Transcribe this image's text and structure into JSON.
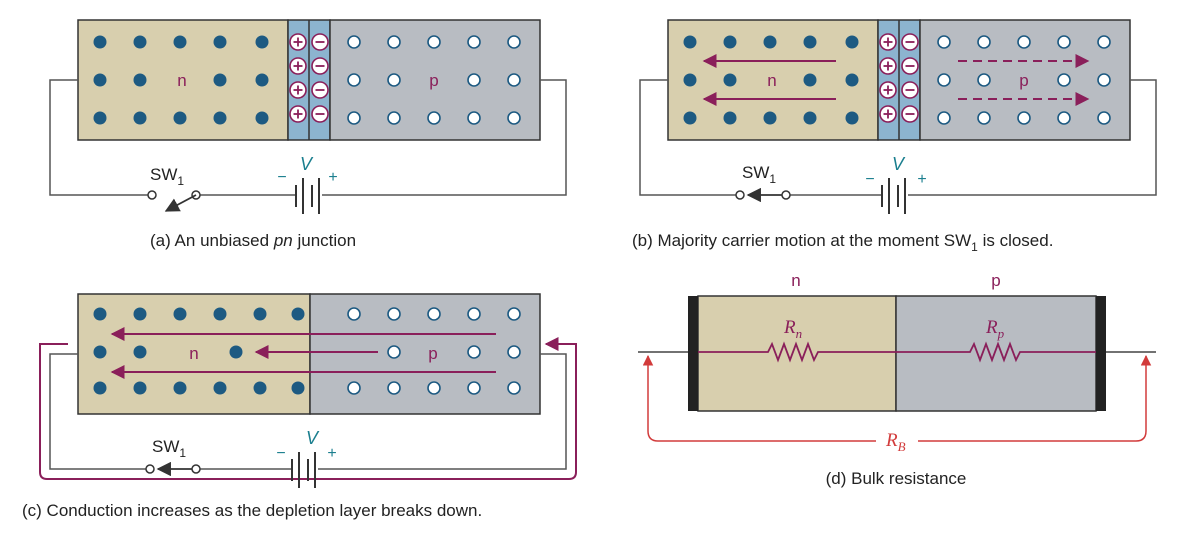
{
  "colors": {
    "n_region": "#d8cfae",
    "p_region": "#b8bcc2",
    "depletion": "#8cb4cf",
    "electron": "#1d5a82",
    "hole_fill": "#ffffff",
    "carrier_arrow": "#8a1f5a",
    "bulk_arrow": "#d23b3b",
    "wire": "#555555",
    "label": "#8a1f5a",
    "battery_label": "#1b7f8f"
  },
  "panel_a": {
    "n_label": "n",
    "p_label": "p",
    "switch_label": "SW",
    "switch_sub": "1",
    "battery_label": "V",
    "minus": "−",
    "plus": "+",
    "caption_prefix": "(a)  An unbiased ",
    "caption_italic": "pn",
    "caption_suffix": " junction"
  },
  "panel_b": {
    "n_label": "n",
    "p_label": "p",
    "switch_label": "SW",
    "switch_sub": "1",
    "battery_label": "V",
    "minus": "−",
    "plus": "+",
    "caption_prefix": "(b)  Majority carrier motion at the moment SW",
    "caption_sub": "1",
    "caption_suffix": " is closed."
  },
  "panel_c": {
    "n_label": "n",
    "p_label": "p",
    "switch_label": "SW",
    "switch_sub": "1",
    "battery_label": "V",
    "minus": "−",
    "plus": "+",
    "caption": "(c)  Conduction increases as the depletion layer breaks down."
  },
  "panel_d": {
    "n_label": "n",
    "p_label": "p",
    "rn_label": "R",
    "rn_sub": "n",
    "rp_label": "R",
    "rp_sub": "p",
    "rb_label": "R",
    "rb_sub": "B",
    "caption": "(d) Bulk resistance"
  }
}
